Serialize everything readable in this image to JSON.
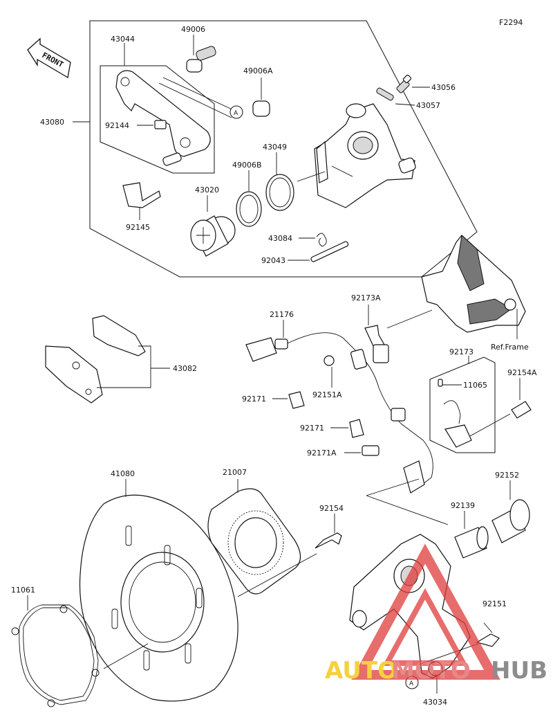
{
  "figure_code": "F2294",
  "front_label": "FRONT",
  "ref_frame_label": "Ref.Frame",
  "callout_letter": "A",
  "watermark": {
    "part1": "AUTO",
    "part2": "MOTO",
    "part3": "HUB",
    "colors": {
      "auto": "#f2c200",
      "moto": "#e06060",
      "hub": "#666666",
      "triangle": "#e03b3b"
    }
  },
  "parts": {
    "p43080": "43080",
    "p43044": "43044",
    "p49006": "49006",
    "p49006A": "49006A",
    "p43056": "43056",
    "p43057": "43057",
    "p92144": "92144",
    "p43049": "43049",
    "p49006B": "49006B",
    "p43020": "43020",
    "p92145": "92145",
    "p43084": "43084",
    "p92043": "92043",
    "p21176": "21176",
    "p92173A": "92173A",
    "p43082": "43082",
    "p92151A": "92151A",
    "p92173": "92173",
    "p92154A": "92154A",
    "p11065": "11065",
    "p92171a": "92171",
    "p92171b": "92171",
    "p92171A": "92171A",
    "p41080": "41080",
    "p21007": "21007",
    "p92154": "92154",
    "p92152": "92152",
    "p92139": "92139",
    "p11061": "11061",
    "p92151": "92151",
    "p43034": "43034"
  }
}
